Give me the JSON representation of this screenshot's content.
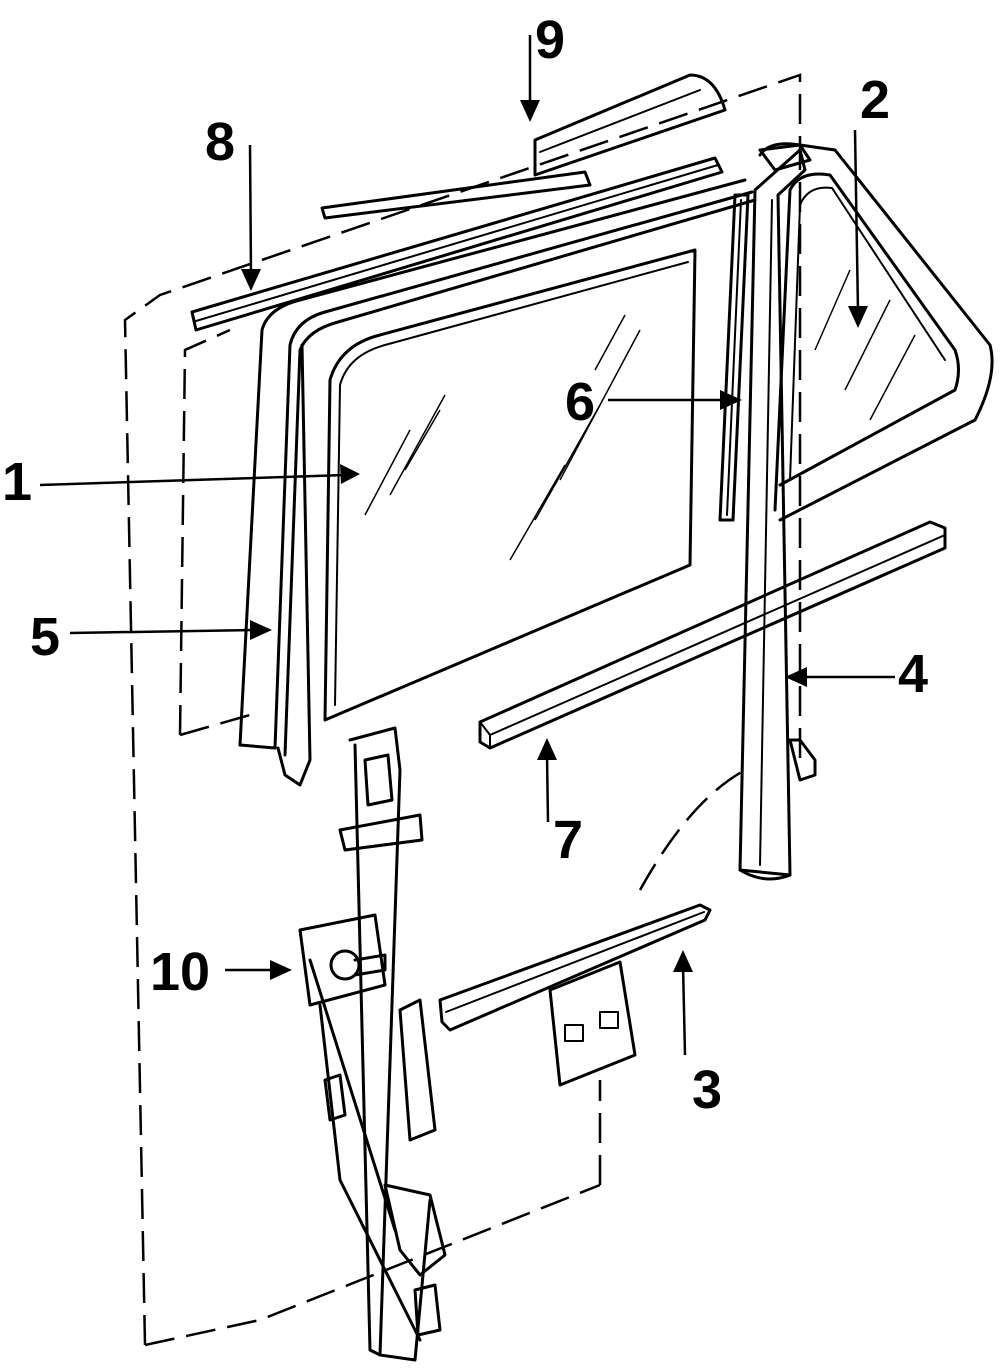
{
  "diagram": {
    "callouts": [
      {
        "id": "1",
        "text": "1"
      },
      {
        "id": "2",
        "text": "2"
      },
      {
        "id": "3",
        "text": "3"
      },
      {
        "id": "4",
        "text": "4"
      },
      {
        "id": "5",
        "text": "5"
      },
      {
        "id": "6",
        "text": "6"
      },
      {
        "id": "7",
        "text": "7"
      },
      {
        "id": "8",
        "text": "8"
      },
      {
        "id": "9",
        "text": "9"
      },
      {
        "id": "10",
        "text": "10"
      }
    ],
    "colors": {
      "line": "#000000",
      "background": "#ffffff"
    }
  }
}
